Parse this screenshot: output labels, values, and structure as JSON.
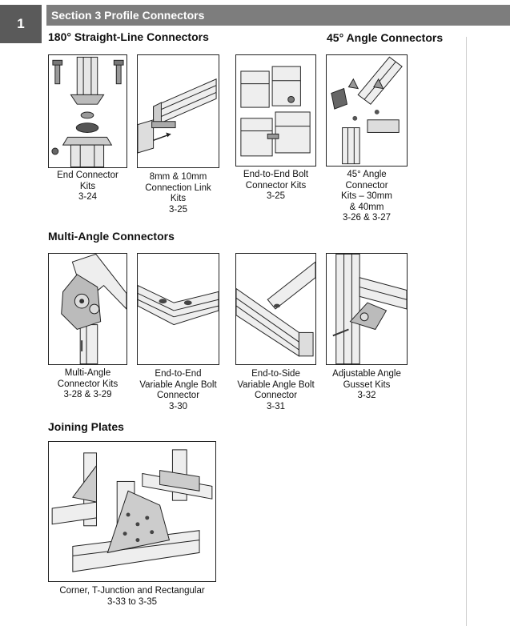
{
  "page": {
    "chapter_number": "1",
    "header": "Section 3 Profile Connectors"
  },
  "sections": {
    "straight": "180° Straight-Line Connectors",
    "angle45": "45° Angle Connectors",
    "multi": "Multi-Angle Connectors",
    "plates": "Joining Plates"
  },
  "items": {
    "end_connector": {
      "lines": [
        "End Connector",
        "Kits"
      ],
      "ref": "3-24"
    },
    "connection_link": {
      "lines": [
        "8mm & 10mm",
        "Connection Link",
        "Kits"
      ],
      "ref": "3-25"
    },
    "end_to_end_bolt": {
      "lines": [
        "End-to-End Bolt",
        "Connector Kits"
      ],
      "ref": "3-25"
    },
    "angle45": {
      "lines": [
        "45° Angle",
        "Connector",
        "Kits – 30mm",
        "& 40mm"
      ],
      "ref": "3-26 & 3-27"
    },
    "multi_angle": {
      "lines": [
        "Multi-Angle",
        "Connector Kits"
      ],
      "ref": "3-28 & 3-29"
    },
    "var_angle_bolt": {
      "lines": [
        "End-to-End",
        "Variable Angle Bolt",
        "Connector"
      ],
      "ref": "3-30"
    },
    "side_var_angle": {
      "lines": [
        "End-to-Side",
        "Variable Angle Bolt",
        "Connector"
      ],
      "ref": "3-31"
    },
    "gusset": {
      "lines": [
        "Adjustable Angle",
        "Gusset Kits"
      ],
      "ref": "3-32"
    },
    "joining_plates": {
      "lines": [
        "Corner, T-Junction and Rectangular"
      ],
      "ref": "3-33 to 3-35"
    }
  }
}
